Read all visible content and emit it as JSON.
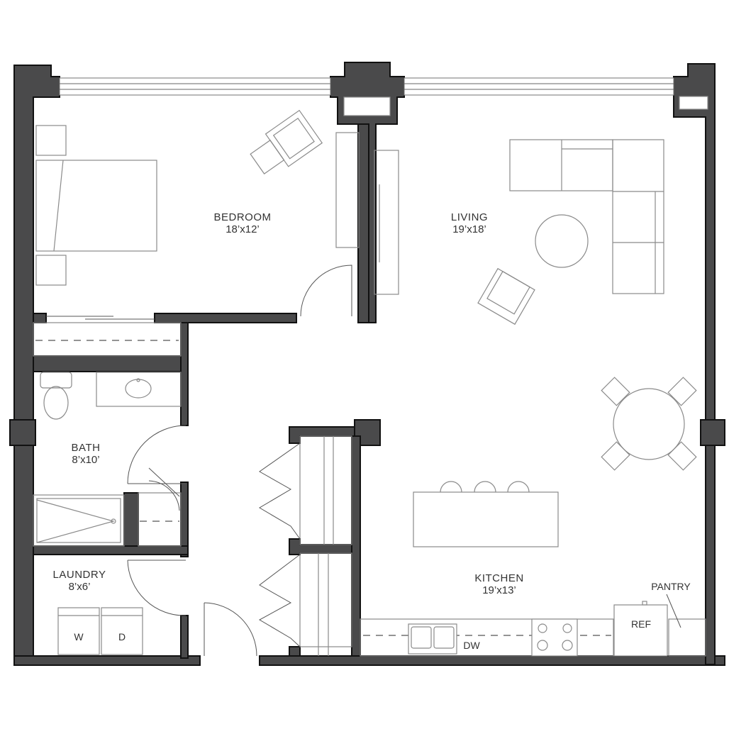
{
  "rooms": {
    "bedroom": {
      "name": "BEDROOM",
      "size": "18’x12’"
    },
    "living": {
      "name": "LIVING",
      "size": "19’x18’"
    },
    "bath": {
      "name": "BATH",
      "size": "8’x10’"
    },
    "laundry": {
      "name": "LAUNDRY",
      "size": "8’x6’"
    },
    "kitchen": {
      "name": "KITCHEN",
      "size": "19’x13’"
    }
  },
  "labels": {
    "pantry": "PANTRY",
    "ref": "REF",
    "dw": "DW",
    "washer": "W",
    "dryer": "D"
  },
  "colors": {
    "wall_fill": "#4a4a4b",
    "wall_outline": "#111111",
    "fixture_line": "#8a8a8a",
    "background": "#ffffff"
  }
}
